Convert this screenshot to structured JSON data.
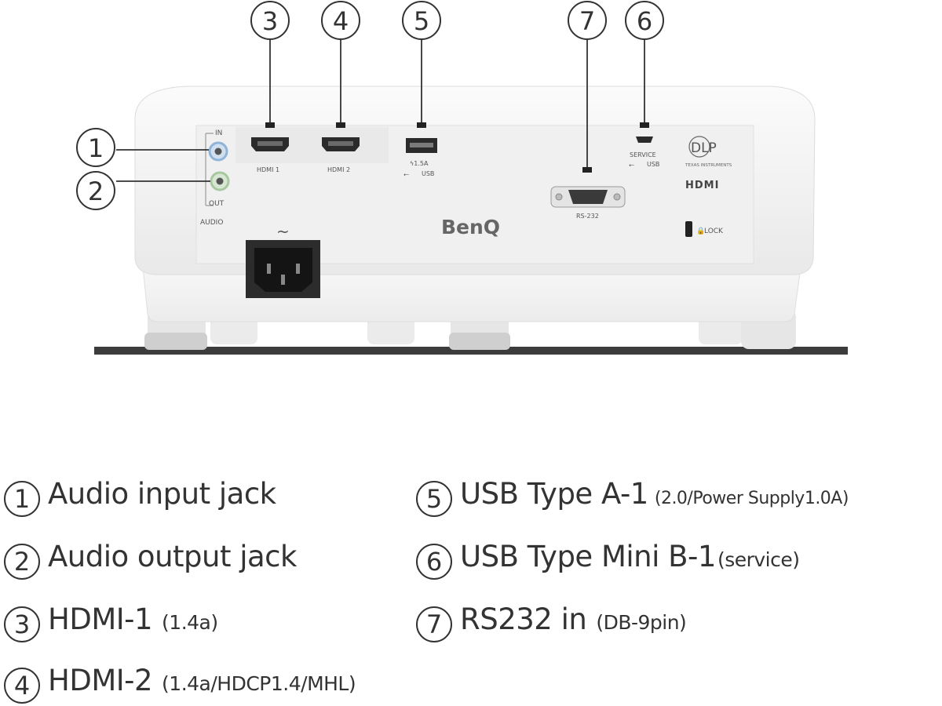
{
  "callouts": [
    {
      "num": "1"
    },
    {
      "num": "2"
    },
    {
      "num": "3"
    },
    {
      "num": "4"
    },
    {
      "num": "5"
    },
    {
      "num": "6"
    },
    {
      "num": "7"
    }
  ],
  "panel_labels": {
    "hdmi1": "HDMI 1",
    "hdmi2": "HDMI 2",
    "usb_power": "ϟ1.5A",
    "usb": "USB",
    "service_usb_top": "SERVICE",
    "service_usb_bottom": "USB",
    "rs232": "RS-232",
    "audio_in": "IN",
    "audio_out": "OUT",
    "audio": "AUDIO",
    "lock": "LOCK",
    "ac_symbol": "~",
    "brand": "BenQ",
    "dlp": "DLP",
    "ti": "TEXAS INSTRUMENTS",
    "hdmi_logo": "HDMI"
  },
  "legend": [
    {
      "num": "1",
      "label": "Audio input jack",
      "note": ""
    },
    {
      "num": "2",
      "label": "Audio output jack",
      "note": ""
    },
    {
      "num": "3",
      "label": "HDMI-1",
      "note": "(1.4a)"
    },
    {
      "num": "4",
      "label": "HDMI-2",
      "note": "(1.4a/HDCP1.4/MHL)"
    },
    {
      "num": "5",
      "label": "USB Type A-1",
      "note": "(2.0/Power Supply1.0A)"
    },
    {
      "num": "6",
      "label": "USB Type Mini B-1",
      "note": "(service)"
    },
    {
      "num": "7",
      "label": "RS232 in",
      "note": "(DB-9pin)"
    }
  ],
  "colors": {
    "body": "#f4f4f4",
    "panel": "#eeeeee",
    "text": "#333333",
    "audio_in_ring": "#8fb4d8",
    "audio_out_ring": "#a8c8a0"
  }
}
